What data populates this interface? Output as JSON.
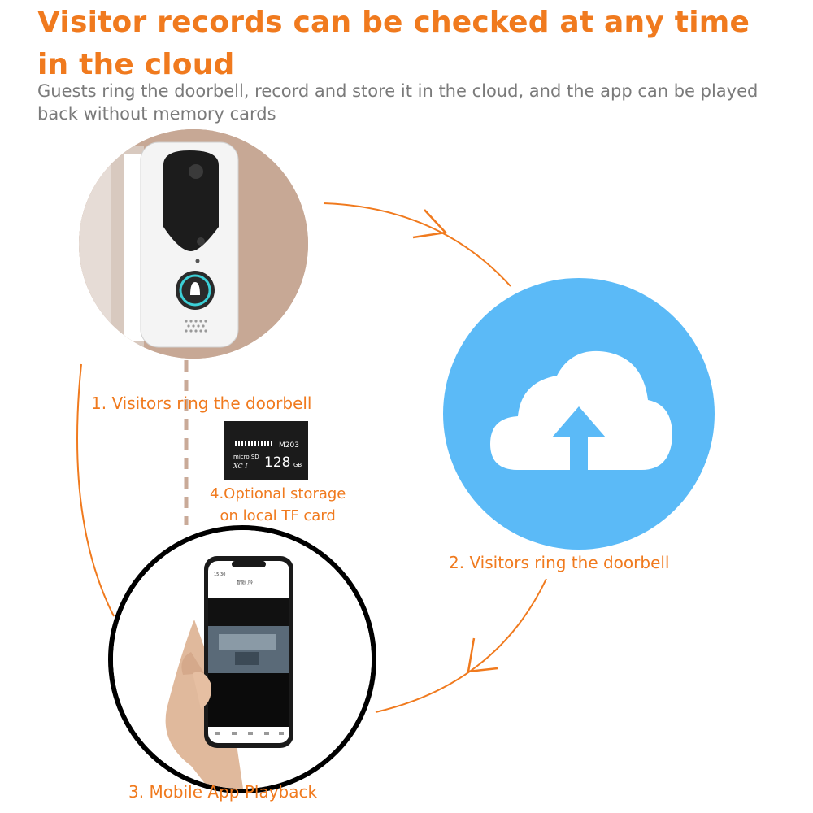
{
  "headline": "Visitor records can be checked at any time in the cloud",
  "subtitle": "Guests ring the doorbell, record and store it in the cloud, and the app can be played back without memory cards",
  "steps": {
    "step1": "1. Visitors ring the doorbell",
    "step2": "2. Visitors ring the doorbell",
    "step3": "3. Mobile App Playback",
    "step4_line1": "4.Optional storage",
    "step4_line2": "on local TF card"
  },
  "tf_card": {
    "model": "M203",
    "brand": "micro SD",
    "class": "XC I",
    "capacity": "128",
    "unit": "GB"
  },
  "phone_screen": {
    "time": "15:30",
    "title": "智能门铃"
  },
  "colors": {
    "accent": "#f07a1e",
    "subtitle": "#7a7a7a",
    "cloud": "#5bbaf7",
    "doorbell_bg": "#c9aa98"
  },
  "icons": {
    "cloud": "cloud-upload-icon",
    "doorbell": "doorbell-device",
    "card": "microsd-card",
    "phone": "smartphone"
  }
}
